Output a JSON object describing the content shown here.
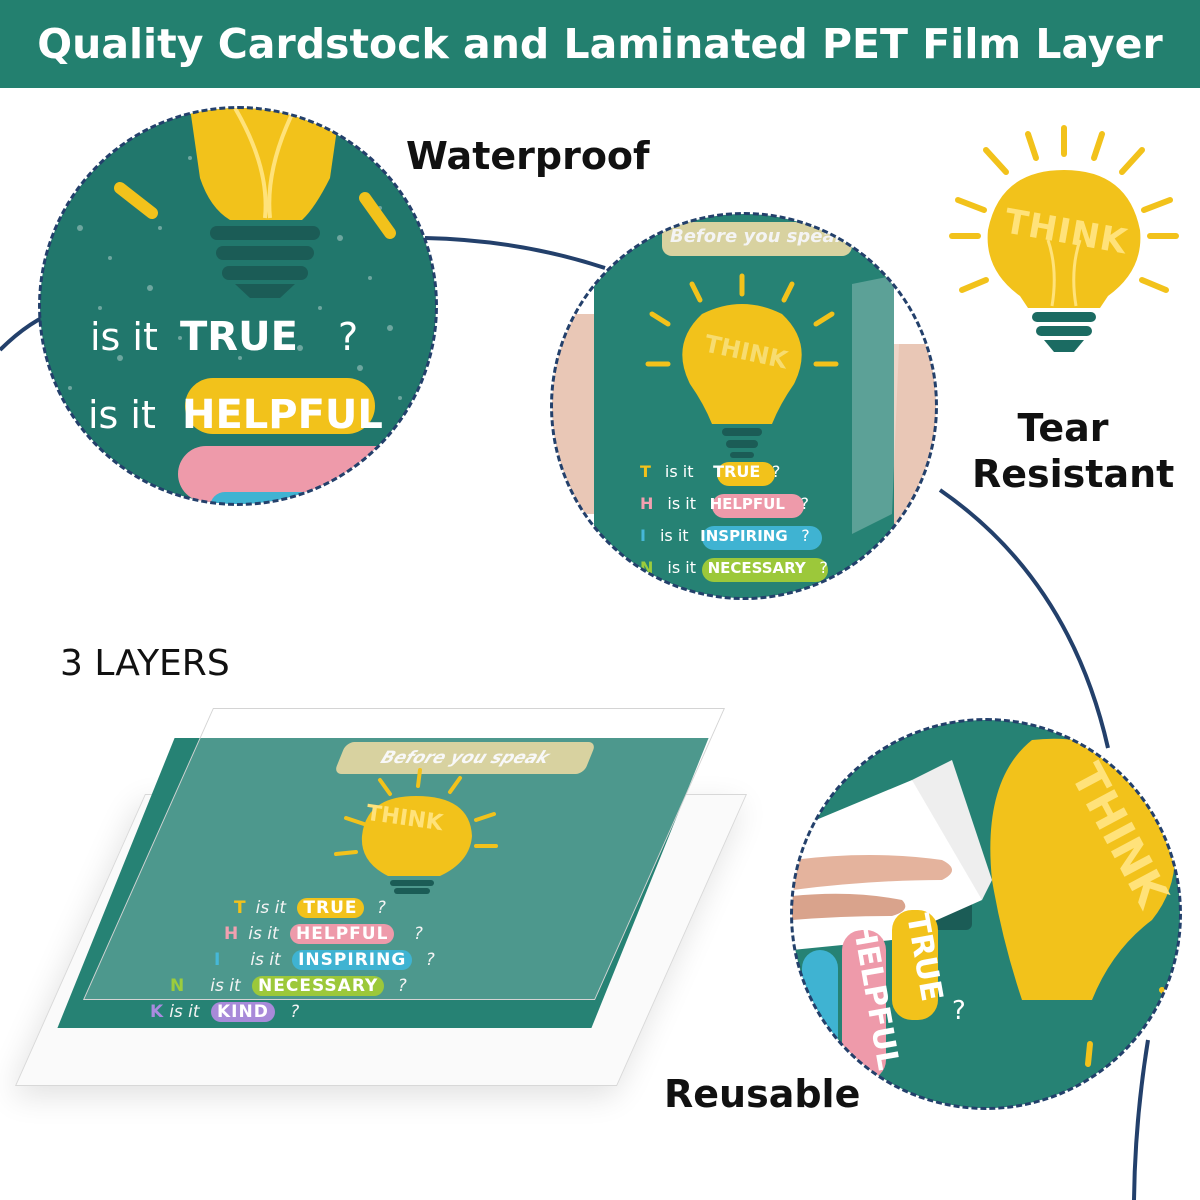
{
  "banner": {
    "title": "Quality Cardstock and Laminated PET Film Layer"
  },
  "labels": {
    "waterproof": "Waterproof",
    "tear_line1": "Tear",
    "tear_line2": "Resistant",
    "layers": "3 LAYERS",
    "reusable": "Reusable"
  },
  "icon": {
    "bulb_word": "THINK"
  },
  "poster": {
    "header": "Before you speak",
    "bulb_word": "THINK",
    "rows": [
      {
        "letter": "T",
        "prefix": "is it",
        "word": "TRUE",
        "suffix": "?",
        "letter_color": "#f2c21b",
        "pill_color": "#f2c21b"
      },
      {
        "letter": "H",
        "prefix": "is it",
        "word": "HELPFUL",
        "suffix": "?",
        "letter_color": "#f2a0b0",
        "pill_color": "#ee9aaa"
      },
      {
        "letter": "I",
        "prefix": "is it",
        "word": "INSPIRING",
        "suffix": "?",
        "letter_color": "#46b8d8",
        "pill_color": "#3fb3d2"
      },
      {
        "letter": "N",
        "prefix": "is it",
        "word": "NECESSARY",
        "suffix": "?",
        "letter_color": "#9ccc3c",
        "pill_color": "#9cc83a"
      },
      {
        "letter": "K",
        "prefix": "is it",
        "word": "KIND",
        "suffix": "?",
        "letter_color": "#a98be0",
        "pill_color": "#a88ad9"
      }
    ]
  },
  "waterproof_detail": {
    "prefix1": "is it",
    "word1": "TRUE",
    "suffix1": "?",
    "prefix2": "is it",
    "word2": "HELPFUL"
  },
  "tear_detail": {
    "header": "Before you speak",
    "bulb_word": "THINK",
    "rows": [
      {
        "letter": "T",
        "prefix": "is it",
        "word": "TRUE",
        "suffix": "?"
      },
      {
        "letter": "H",
        "prefix": "is it",
        "word": "HELPFUL",
        "suffix": "?"
      },
      {
        "letter": "I",
        "prefix": "is it",
        "word": "INSPIRING",
        "suffix": "?"
      },
      {
        "letter": "N",
        "prefix": "is it",
        "word": "NECESSARY",
        "suffix": "?"
      }
    ]
  },
  "reusable_detail": {
    "bulb_word": "THINK",
    "word1": "TRUE",
    "word2": "HELPFUL",
    "suffix": "?"
  },
  "colors": {
    "teal": "#23806f",
    "navy": "#23406b",
    "yellow": "#f2c21b"
  }
}
